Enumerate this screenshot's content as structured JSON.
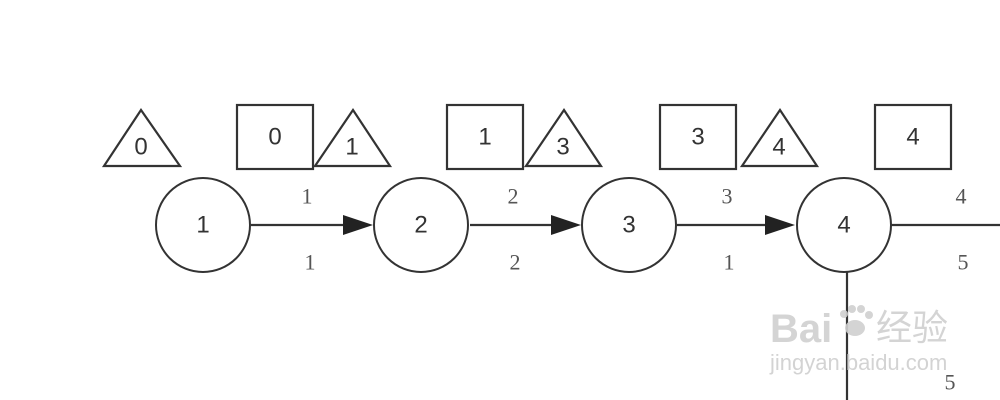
{
  "nodes": [
    {
      "id": "n1",
      "label": "1"
    },
    {
      "id": "n2",
      "label": "2"
    },
    {
      "id": "n3",
      "label": "3"
    },
    {
      "id": "n4",
      "label": "4"
    }
  ],
  "triangles": [
    "0",
    "1",
    "3",
    "4"
  ],
  "squares": [
    "0",
    "1",
    "3",
    "4"
  ],
  "upper_labels": [
    "1",
    "2",
    "3",
    "4"
  ],
  "lower_labels": [
    "1",
    "2",
    "1",
    "5"
  ],
  "vertical_label": "5",
  "watermark": {
    "brand": "Bai",
    "brand_tail": "du",
    "chinese": "经验",
    "url": "jingyan.baidu.com"
  },
  "colors": {
    "stroke": "#333333",
    "text": "#333333",
    "watermark": "#d0d0d0"
  }
}
